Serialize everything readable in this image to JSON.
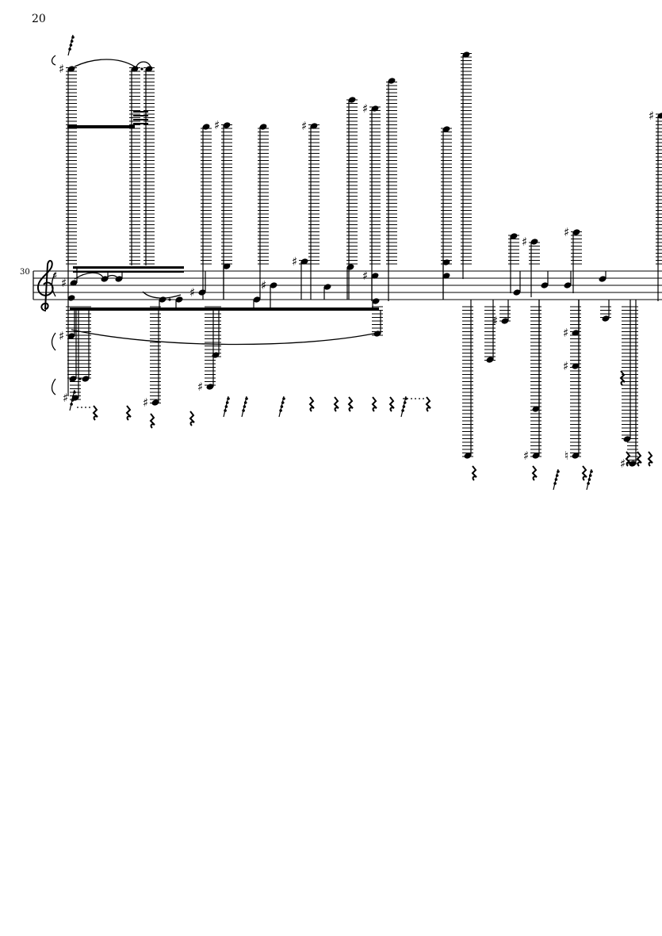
{
  "page": {
    "number": "20"
  },
  "system": {
    "measure_number": "30",
    "clef": "treble-clef",
    "accidental_symbol": "♯",
    "natural_symbol": "♮"
  }
}
